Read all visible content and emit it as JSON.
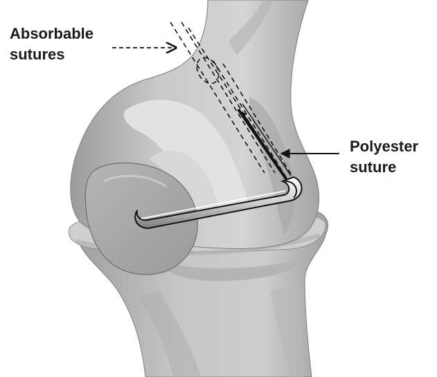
{
  "labels": {
    "absorbable": {
      "line1": "Absorbable",
      "line2": "sutures"
    },
    "polyester": {
      "line1": "Polyester",
      "line2": "suture"
    }
  },
  "colors": {
    "background": "#ffffff",
    "bone_light": "#d2d2d2",
    "bone_mid": "#bdbdbd",
    "bone_dark": "#a9a9a9",
    "cartilage": "#e8e8e8",
    "outline": "#2a2a2a",
    "suture": "#111111"
  }
}
